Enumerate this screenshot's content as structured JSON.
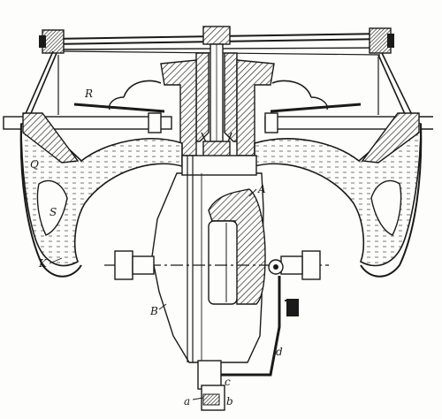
{
  "diagram": {
    "ink_color": "#1a1a1a",
    "paper_color": "#fdfdfb",
    "labels": {
      "R": "R",
      "Q": "Q",
      "S": "S",
      "K": "K",
      "A": "A",
      "B": "B",
      "d": "d",
      "c": "c",
      "a": "a",
      "b": "b"
    }
  }
}
